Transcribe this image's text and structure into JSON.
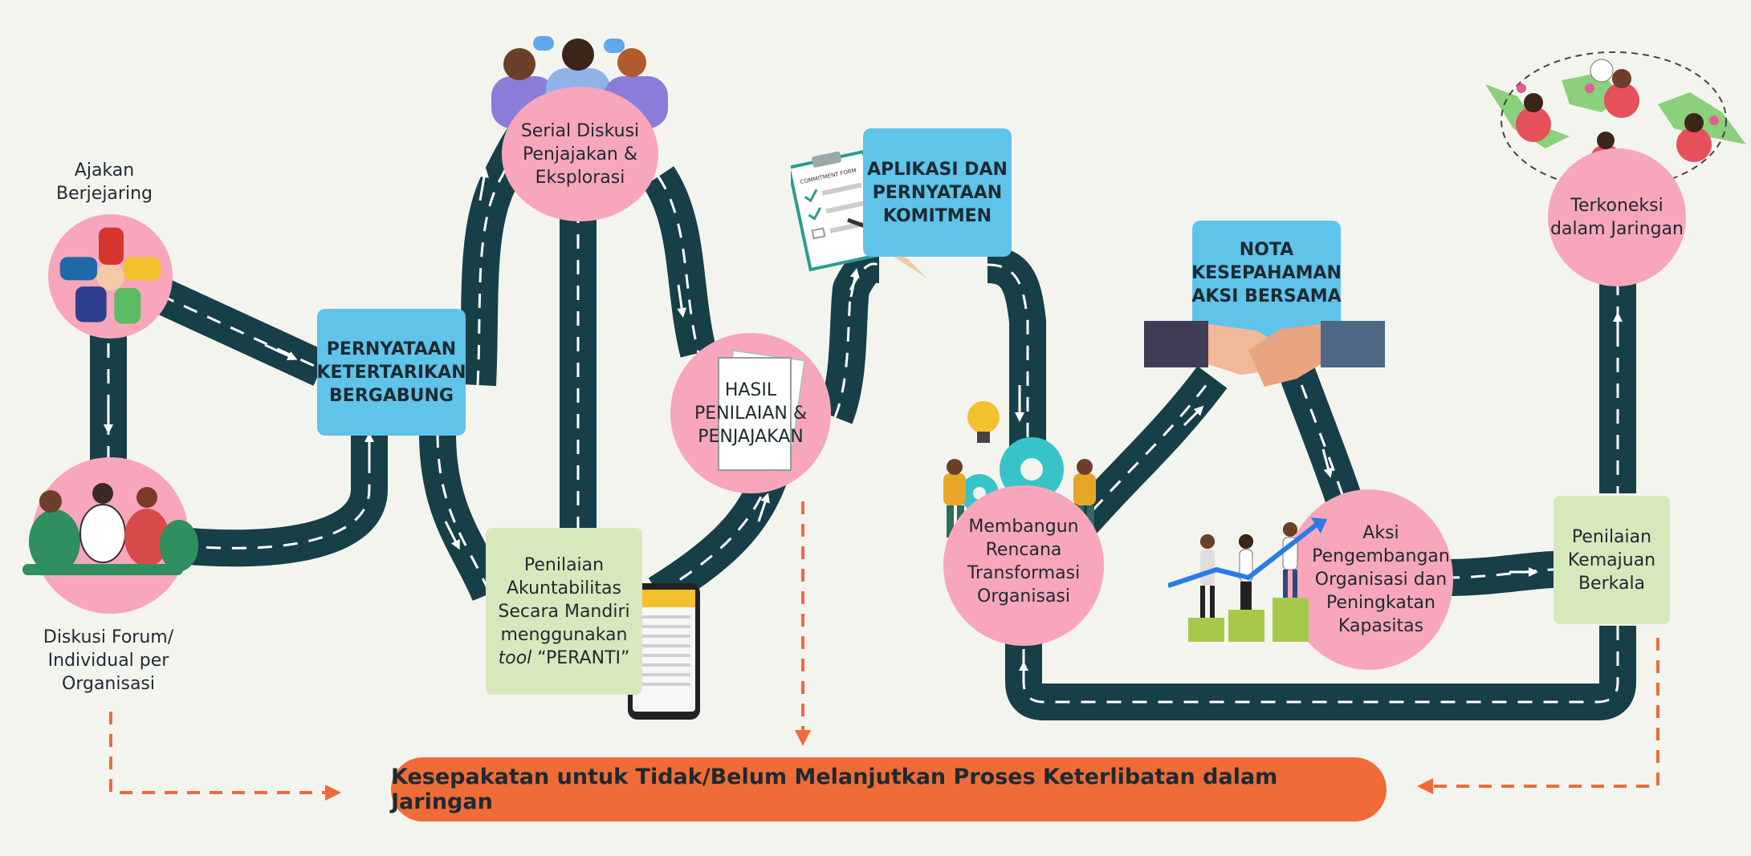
{
  "nodes": {
    "ajakan": "Ajakan\nBerjejaring",
    "diskusi_forum": "Diskusi Forum/\nIndividual per\nOrganisasi",
    "pernyataan": "PERNYATAAN\nKETERTARIKAN\nBERGABUNG",
    "serial_diskusi": "Serial Diskusi\nPenjajakan &\nEksplorasi",
    "penilaian_akuntabilitas": "Penilaian\nAkuntabilitas\nSecara Mandiri\nmenggunakan",
    "tool_word": "tool",
    "tool_name": " “PERANTI”",
    "hasil": "HASIL\nPENILAIAN &\nPENJAJAKAN",
    "aplikasi": "APLIKASI DAN\nPERNYATAAN\nKOMITMEN",
    "membangun": "Membangun\nRencana\nTransformasi\nOrganisasi",
    "nota": "NOTA\nKESEPAHAMAN\nAKSI BERSAMA",
    "aksi": "Aksi\nPengembangan\nOrganisasi dan\nPeningkatan\nKapasitas",
    "penilaian_kemajuan": "Penilaian\nKemajuan\nBerkala",
    "terkoneksi": "Terkoneksi\ndalam Jaringan"
  },
  "banner": "Kesepakatan untuk Tidak/Belum Melanjutkan Proses Keterlibatan dalam Jaringan",
  "illustration_text": {
    "commitment_form": "COMMITMENT FORM"
  },
  "colors": {
    "road": "#173f47",
    "pink": "#f8a6bb",
    "blue": "#5fc3ea",
    "green": "#d8e8bd",
    "orange": "#ef6b38",
    "background": "#f4f4ef"
  }
}
